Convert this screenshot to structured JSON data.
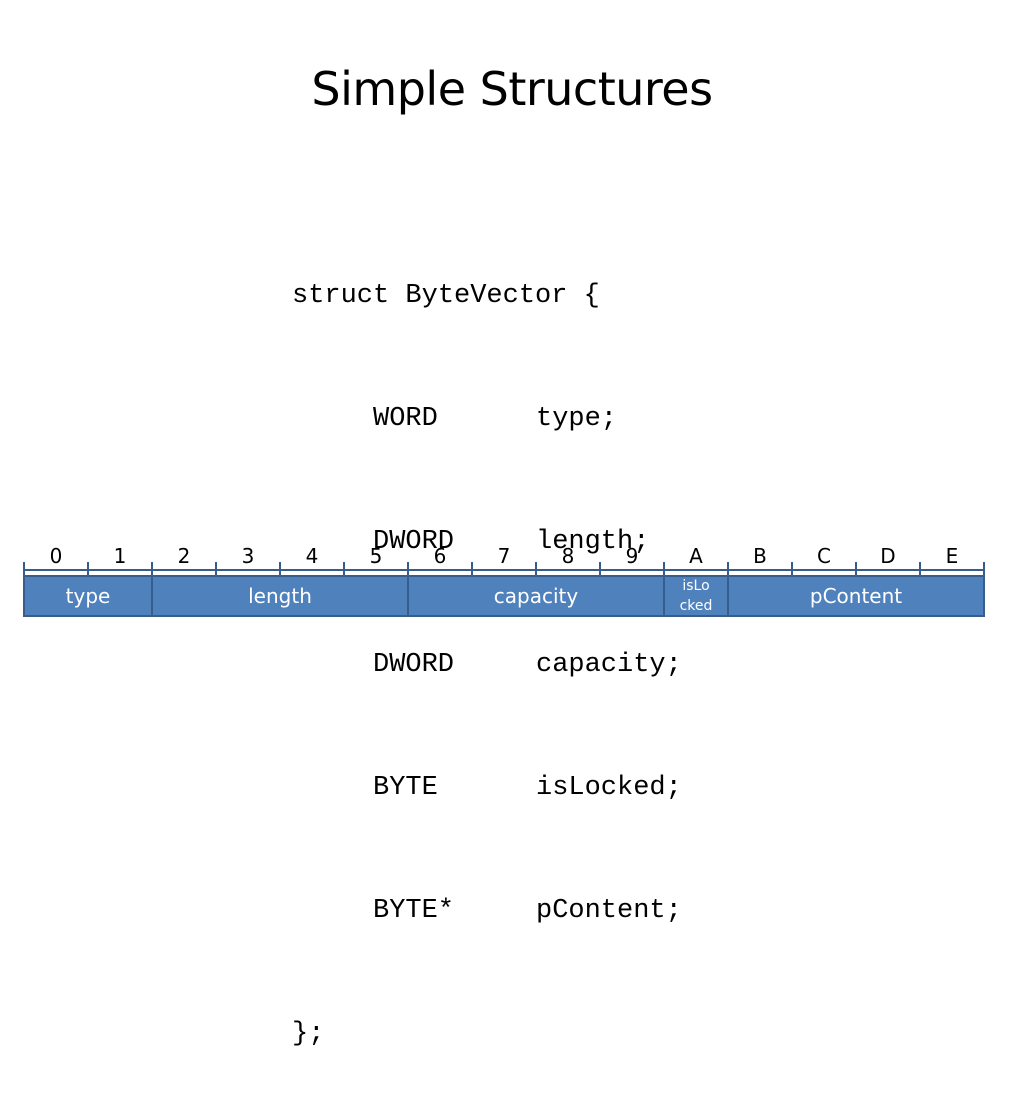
{
  "slide": {
    "title": "Simple Structures"
  },
  "code": {
    "header": "struct ByteVector {",
    "members": [
      {
        "type": "WORD",
        "name": "type;"
      },
      {
        "type": "DWORD",
        "name": "length;"
      },
      {
        "type": "DWORD",
        "name": "capacity;"
      },
      {
        "type": "BYTE",
        "name": "isLocked;"
      },
      {
        "type": "BYTE*",
        "name": "pContent;"
      }
    ],
    "footer": "};"
  },
  "layout_diagram": {
    "offsets": [
      "0",
      "1",
      "2",
      "3",
      "4",
      "5",
      "6",
      "7",
      "8",
      "9",
      "A",
      "B",
      "C",
      "D",
      "E"
    ],
    "fields": [
      {
        "label": "type",
        "start": 0,
        "size": 2
      },
      {
        "label": "length",
        "start": 2,
        "size": 4
      },
      {
        "label": "capacity",
        "start": 6,
        "size": 4
      },
      {
        "label": "isLo\ncked",
        "start": 10,
        "size": 1
      },
      {
        "label": "pContent",
        "start": 11,
        "size": 4
      }
    ],
    "colors": {
      "fill": "#4f81bd",
      "stroke": "#385d8a",
      "label_text": "#ffffff"
    }
  }
}
